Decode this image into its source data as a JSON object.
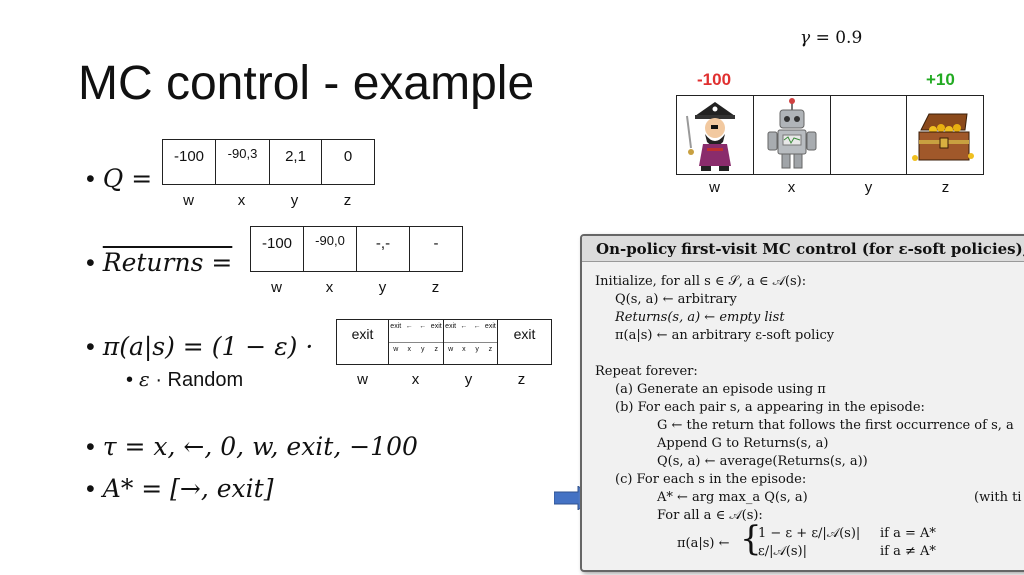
{
  "slide": {
    "title": "MC control - example",
    "gamma": {
      "symbol": "γ =",
      "value": "0.9"
    }
  },
  "q_row": {
    "bullet": "Q =",
    "cells": [
      "-100",
      "-90,3",
      "2,1",
      "0"
    ],
    "labels": [
      "w",
      "x",
      "y",
      "z"
    ]
  },
  "returns_row": {
    "bullet": "Returns =",
    "cells": [
      "-100",
      "-90,0",
      "-,-",
      "-"
    ],
    "labels": [
      "w",
      "x",
      "y",
      "z"
    ]
  },
  "policy_row": {
    "bullet": "π(a|s) = (1 − ε) ·",
    "sub_bullet": {
      "symbol": "ε",
      "text": "· Random"
    },
    "first_cell": "exit",
    "last_cell": "exit",
    "mini1": {
      "top": [
        "exit",
        "←",
        "←",
        "exit"
      ],
      "bottom": [
        "w",
        "x",
        "y",
        "z"
      ]
    },
    "mini2": {
      "top": [
        "exit",
        "←",
        "←",
        "exit"
      ],
      "bottom": [
        "w",
        "x",
        "y",
        "z"
      ]
    },
    "labels": [
      "w",
      "x",
      "y",
      "z"
    ]
  },
  "episode_row": {
    "bullet": "τ = x, ←, 0, w, exit, −100"
  },
  "astar_row": {
    "bullet": "A* = [→, exit]"
  },
  "gridworld": {
    "rewards": {
      "w": "-100",
      "z": "+10"
    },
    "reward_colors": {
      "w": "#e03030",
      "z": "#22aa22"
    },
    "labels": [
      "w",
      "x",
      "y",
      "z"
    ],
    "icons": [
      "pirate-icon",
      "robot-icon",
      "empty-cell",
      "treasure-chest-icon"
    ]
  },
  "algorithm": {
    "title": "On-policy first-visit MC control (for ε-soft policies),",
    "lines": [
      "Initialize, for all s ∈ 𝒮, a ∈ 𝒜(s):",
      "Q(s, a) ← arbitrary",
      "Returns(s, a) ← empty list",
      "π(a|s) ← an arbitrary ε-soft policy",
      "Repeat forever:",
      "(a) Generate an episode using π",
      "(b) For each pair s, a appearing in the episode:",
      "G ← the return that follows the first occurrence of s, a",
      "Append G to Returns(s, a)",
      "Q(s, a) ← average(Returns(s, a))",
      "(c) For each s in the episode:",
      "A* ← arg max_a Q(s, a)",
      "(with ti",
      "For all a ∈ 𝒜(s):",
      "π(a|s) ←",
      "1 − ε + ε/|𝒜(s)|",
      "if a = A*",
      "ε/|𝒜(s)|",
      "if a ≠ A*"
    ]
  },
  "colors": {
    "arrow": "#4472c4"
  }
}
